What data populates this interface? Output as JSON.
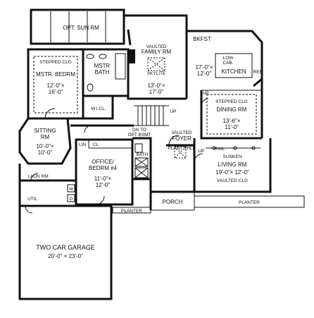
{
  "rooms": {
    "sun_rm": {
      "name": "OPT. SUN RM"
    },
    "family_rm": {
      "note": "VAULTED",
      "name": "FAMILY RM",
      "dims1": "13'-0\"×",
      "dims2": "17'-0\"",
      "skylite": "SKYLITE"
    },
    "bkfst": {
      "name": "BKFST"
    },
    "kitchen": {
      "dims1": "17'-0\"×",
      "dims2": "12'-0\"",
      "name": "KITCHEN",
      "low": "LOW",
      "low2": "CAB."
    },
    "ref": {
      "name": "REF"
    },
    "mstr_bedrm": {
      "note": "STEPPED CLG",
      "name": "MSTR. BEDRM",
      "dims1": "12'-0\"×",
      "dims2": "16'-0\""
    },
    "mstr_bath": {
      "name1": "MSTR",
      "name2": "BATH"
    },
    "wicl": {
      "name": "W.I.CL."
    },
    "dining_rm": {
      "note": "STEPPED CLG",
      "name": "DINING RM",
      "dims1": "13'-6\"×",
      "dims2": "11'-0\""
    },
    "sitting_rm": {
      "name1": "SITTING",
      "name2": "RM",
      "dims1": "10'-0\"×",
      "dims2": "10'-0\""
    },
    "stair": {
      "up": "UP",
      "to_bonus1": "DN TO",
      "to_bonus2": "OPT BSMT"
    },
    "foyer": {
      "note": "VAULTED",
      "name": "FOYER",
      "plant": "PLANT SHLF"
    },
    "living_rm": {
      "note1": "SUNKEN",
      "name": "LIVING RM",
      "dims": "19'-0\"× 12'-0\"",
      "note2": "VAULTED CLG",
      "rail": "RAIL"
    },
    "office": {
      "lin": "LIN",
      "cl": "CL",
      "name1": "OFFICE/",
      "name2": "BEDRM #4",
      "dims1": "11'-0\"×",
      "dims2": "12'-0\""
    },
    "bath": {
      "name": "BATH"
    },
    "laun_rm": {
      "name": "LAUN RM",
      "w": "W",
      "d": "D"
    },
    "util": {
      "name": "UTIL"
    },
    "porch": {
      "name": "PORCH"
    },
    "planter_left": {
      "name": "PLANTER"
    },
    "planter_right": {
      "name": "PLANTER"
    },
    "garage": {
      "name": "TWO CAR GARAGE",
      "dims": "20'-0\" × 23'-0\""
    },
    "up_foyer": {
      "label": "UP"
    },
    "up_dining": {
      "label": "UP"
    }
  }
}
